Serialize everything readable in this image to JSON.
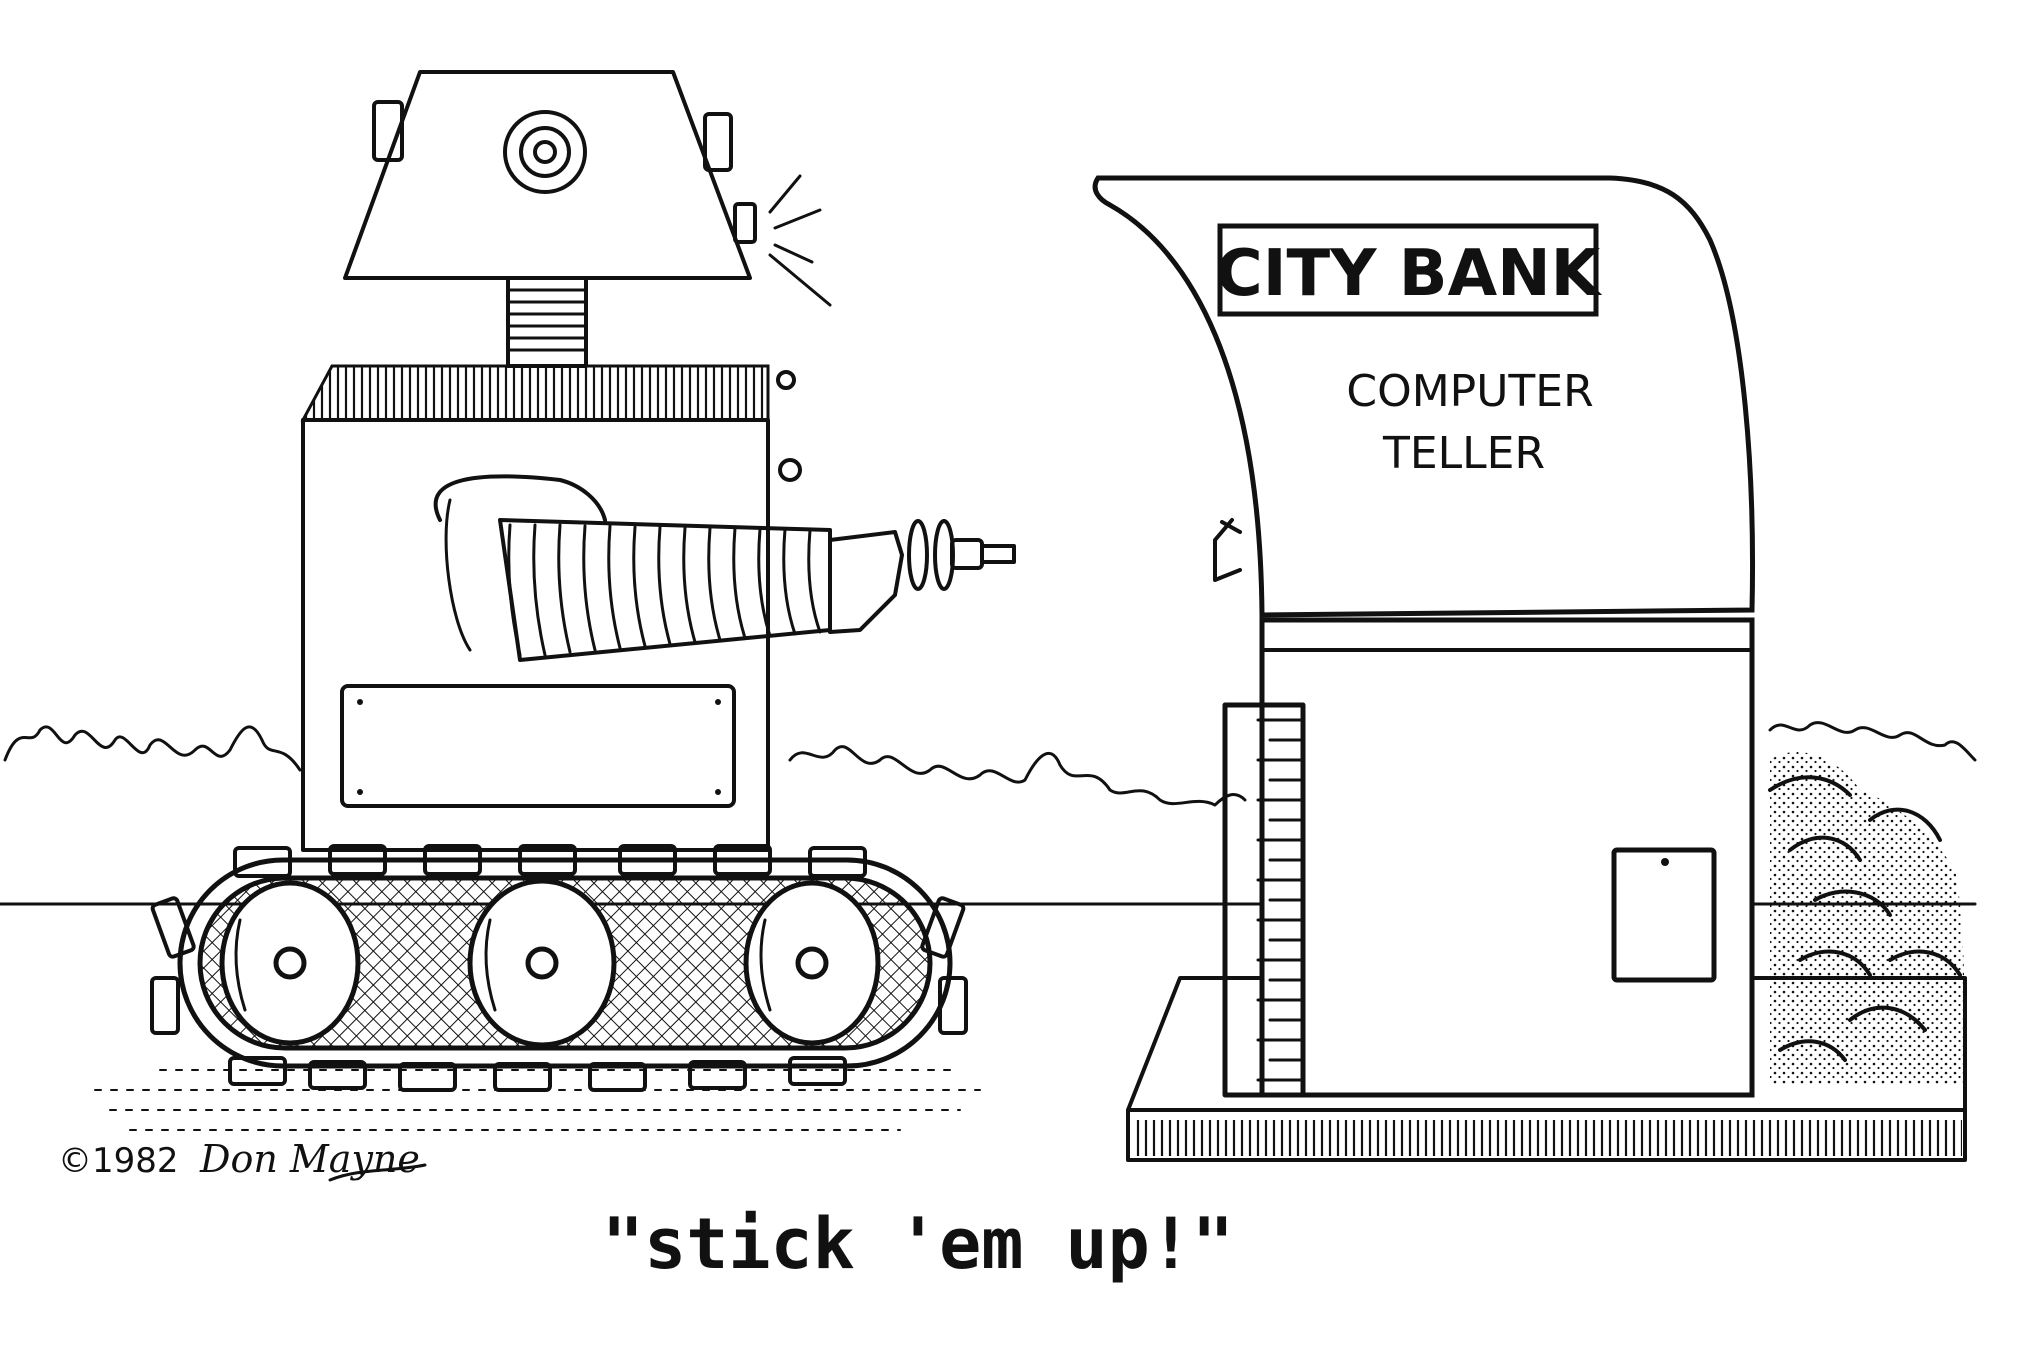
{
  "sign": {
    "bank_name": "CITY BANK",
    "line1": "COMPUTER",
    "line2": "TELLER"
  },
  "caption": "\"stick 'em up!\"",
  "copyright": "©1982",
  "signature": "Don Mayne",
  "colors": {
    "ink": "#111111",
    "paper": "#ffffff"
  }
}
